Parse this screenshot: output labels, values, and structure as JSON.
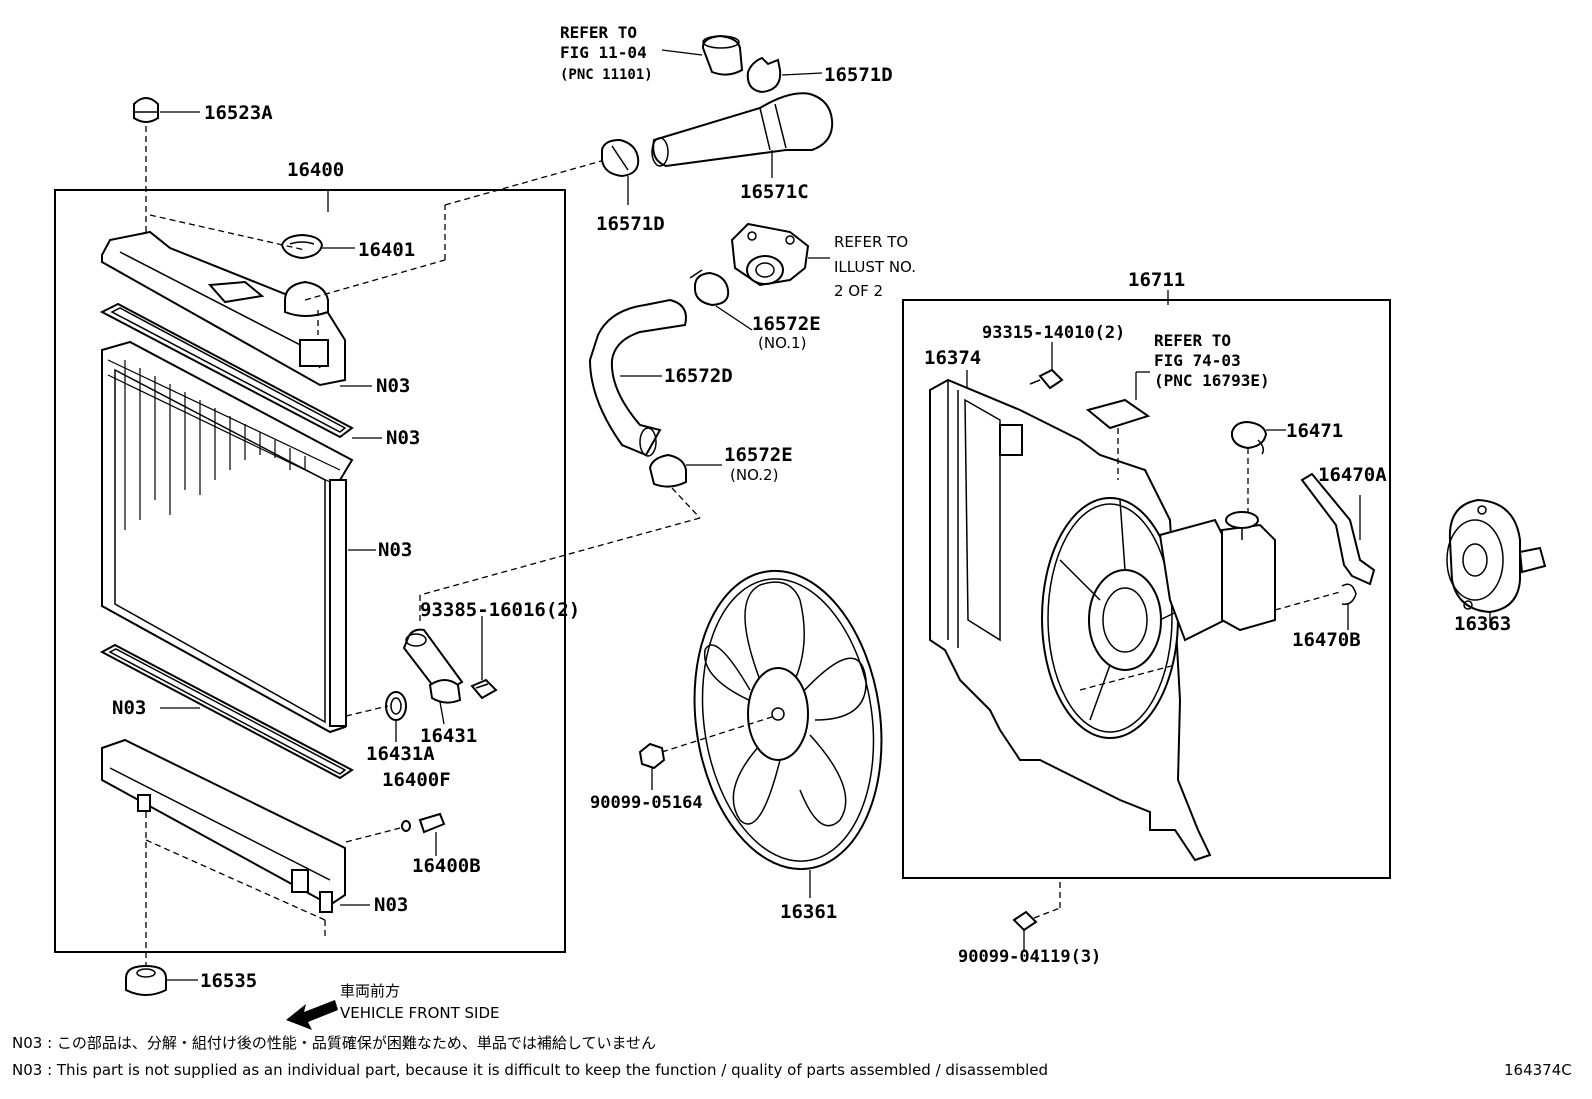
{
  "parts": {
    "p16523A": "16523A",
    "p16400": "16400",
    "p16401": "16401",
    "p16571D_top": "16571D",
    "p16571C": "16571C",
    "p16571D_left": "16571D",
    "p16572E_1": "16572E",
    "p16572E_1_sub": "(NO.1)",
    "p16572D": "16572D",
    "p16572E_2": "16572E",
    "p16572E_2_sub": "(NO.2)",
    "p16711": "16711",
    "p93315": "93315-14010(2)",
    "p16374": "16374",
    "p16471": "16471",
    "p16470A": "16470A",
    "p16470B": "16470B",
    "p16363": "16363",
    "p93385": "93385-16016(2)",
    "p16431": "16431",
    "p16431A": "16431A",
    "p16400F": "16400F",
    "p16400B": "16400B",
    "p90099_05164": "90099-05164",
    "p16361": "16361",
    "p90099_04119": "90099-04119(3)",
    "p16535": "16535",
    "n03_1": "N03",
    "n03_2": "N03",
    "n03_3": "N03",
    "n03_4": "N03",
    "n03_5": "N03"
  },
  "refs": {
    "fig1104_l1": "REFER TO",
    "fig1104_l2": "FIG 11-04",
    "fig1104_l3": "(PNC 11101)",
    "illust_l1": "REFER TO",
    "illust_l2": "ILLUST NO.",
    "illust_l3": "2 OF 2",
    "fig7403_l1": "REFER TO",
    "fig7403_l2": "FIG 74-03",
    "fig7403_l3": "(PNC 16793E)"
  },
  "direction": {
    "jp": "車両前方",
    "en": "VEHICLE FRONT SIDE"
  },
  "footer": {
    "note_jp": "N03 : この部品は、分解・組付け後の性能・品質確保が困難なため、単品では補給していません",
    "note_en": "N03 : This part is not supplied as an individual part, because it is difficult to keep the function / quality of parts assembled / disassembled",
    "code": "164374C"
  }
}
